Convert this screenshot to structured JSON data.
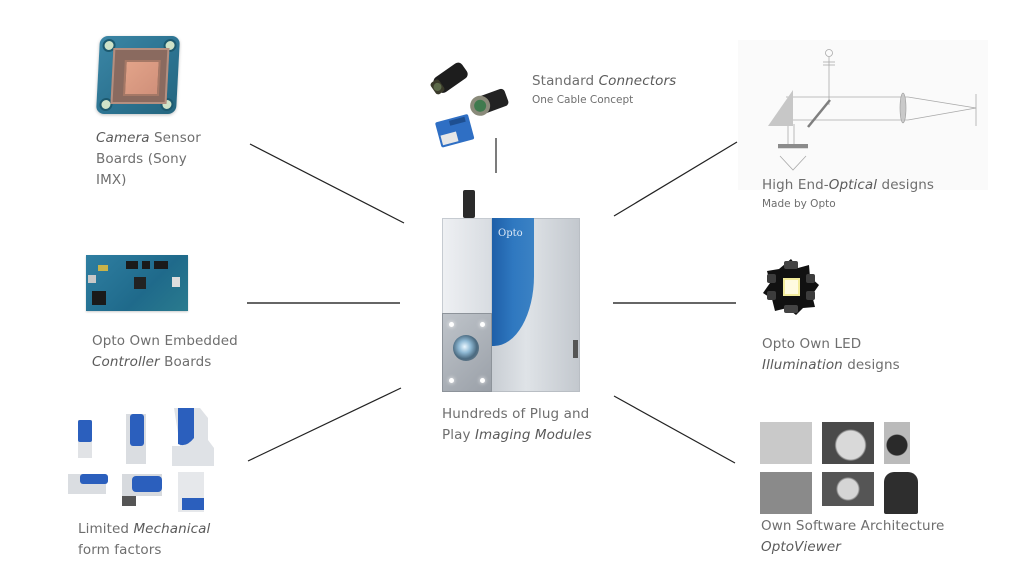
{
  "diagram": {
    "title": "Opto modular imaging platform overview",
    "hub": {
      "image_icon": "imaging-module-device",
      "logo_text": "Opto",
      "label_plain": "Hundreds of Plug and",
      "label_line2_plain": "Play ",
      "label_line2_em": "Imaging Modules"
    },
    "nodes": [
      {
        "id": "camera-sensor-boards",
        "image_icon": "camera-sensor-board",
        "em": "Camera",
        "rest_line1": " Sensor",
        "line2": "Boards (Sony",
        "line3": "IMX)"
      },
      {
        "id": "standard-connectors",
        "image_icon": "connectors-cables",
        "plain": "Standard ",
        "em": "Connectors",
        "sub": "One Cable Concept"
      },
      {
        "id": "optical-designs",
        "image_icon": "optical-path-diagram",
        "plain": "High End-",
        "em": "Optical",
        "rest": " designs",
        "sub": "Made by Opto"
      },
      {
        "id": "controller-boards",
        "image_icon": "embedded-controller-board",
        "line1": "Opto Own Embedded",
        "em": "Controller",
        "rest": " Boards"
      },
      {
        "id": "led-illumination",
        "image_icon": "led-star-module",
        "line1": "Opto Own LED",
        "em": "Illumination",
        "rest": " designs"
      },
      {
        "id": "mechanical-form-factors",
        "image_icon": "mechanical-housings",
        "plain": "Limited ",
        "em": "Mechanical",
        "line2": "form factors"
      },
      {
        "id": "software-architecture",
        "image_icon": "software-screenshots",
        "line1": "Own Software Architecture",
        "em": "OptoViewer"
      }
    ],
    "colors": {
      "brand_blue": "#2a6fb8",
      "text_gray": "#6e6e6e",
      "connector_line": "#222222",
      "pcb_blue": "#2c7391"
    }
  }
}
